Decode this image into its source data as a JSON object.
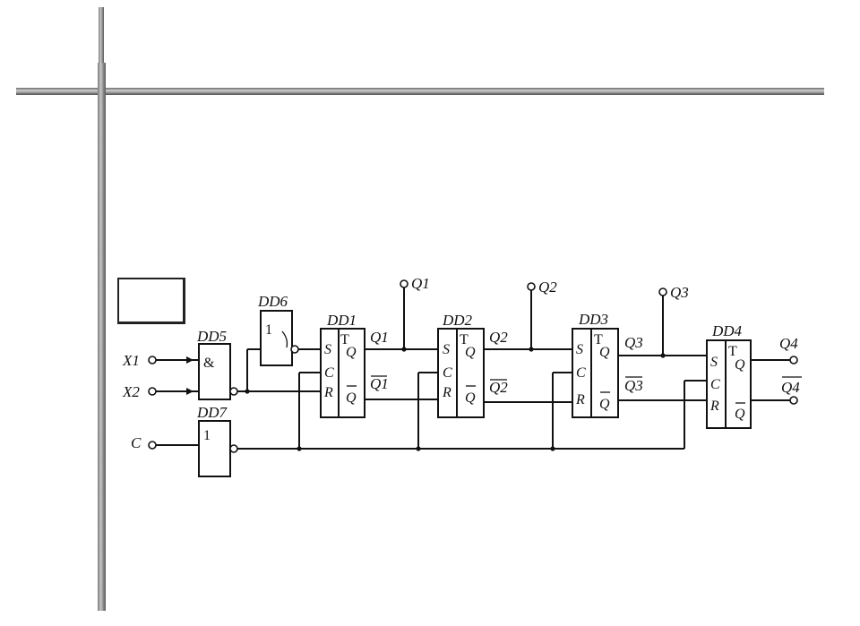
{
  "slide": {
    "frame_color": "#8a8a8a"
  },
  "diagram": {
    "inputs": {
      "x1": "X1",
      "x2": "X2",
      "c": "C"
    },
    "gates": {
      "dd5": {
        "name": "DD5",
        "symbol": "&"
      },
      "dd6": {
        "name": "DD6",
        "symbol": "1"
      },
      "dd7": {
        "name": "DD7",
        "symbol": "1"
      }
    },
    "flipflops": {
      "dd1": {
        "name": "DD1",
        "type": "T",
        "pins": {
          "s": "S",
          "c": "C",
          "r": "R",
          "q": "Q",
          "qbar": "Q"
        },
        "q_out": "Q1",
        "qbar_out": "Q1"
      },
      "dd2": {
        "name": "DD2",
        "type": "T",
        "pins": {
          "s": "S",
          "c": "C",
          "r": "R",
          "q": "Q",
          "qbar": "Q"
        },
        "q_out": "Q2",
        "qbar_out": "Q2"
      },
      "dd3": {
        "name": "DD3",
        "type": "T",
        "pins": {
          "s": "S",
          "c": "C",
          "r": "R",
          "q": "Q",
          "qbar": "Q"
        },
        "q_out": "Q3",
        "qbar_out": "Q3"
      },
      "dd4": {
        "name": "DD4",
        "type": "T",
        "pins": {
          "s": "S",
          "c": "C",
          "r": "R",
          "q": "Q",
          "qbar": "Q"
        }
      }
    },
    "taps": {
      "q1": "Q1",
      "q2": "Q2",
      "q3": "Q3"
    },
    "outputs": {
      "q4": "Q4",
      "q4bar": "Q4"
    }
  }
}
